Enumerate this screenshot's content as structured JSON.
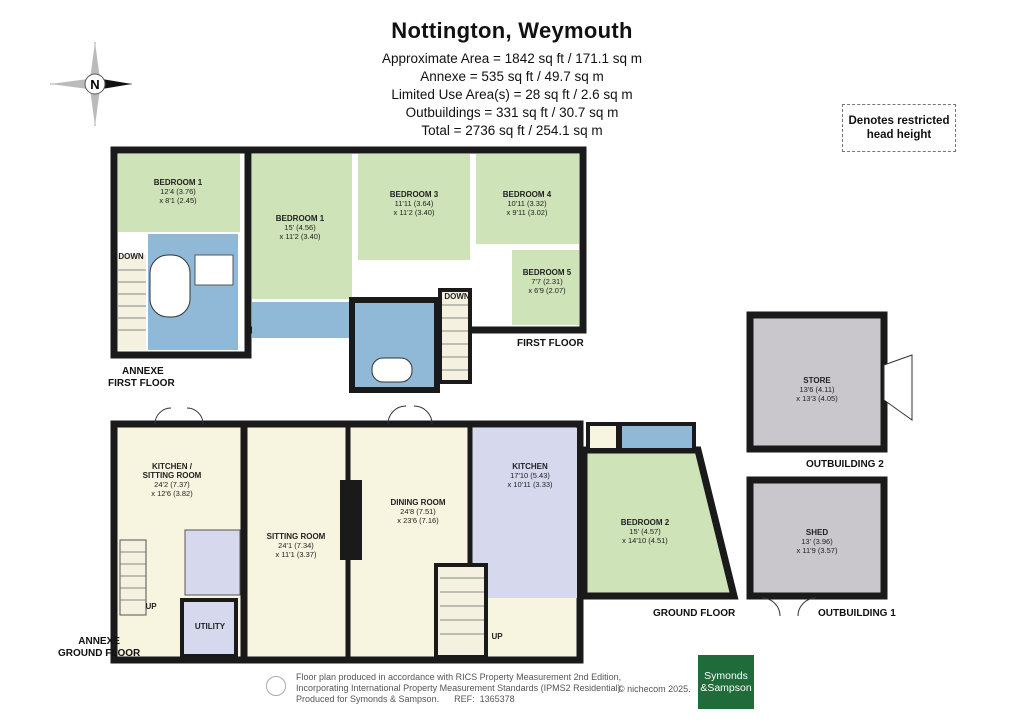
{
  "header": {
    "title": "Nottington, Weymouth",
    "areas": [
      "Approximate Area = 1842 sq ft / 171.1 sq m",
      "Annexe = 535 sq ft / 49.7 sq m",
      "Limited Use Area(s) = 28 sq ft / 2.6 sq m",
      "Outbuildings = 331 sq ft / 30.7 sq m",
      "Total = 2736 sq ft / 254.1 sq m"
    ]
  },
  "legend": {
    "text_1": "Denotes restricted",
    "text_2": "head height"
  },
  "compass": {
    "letter": "N"
  },
  "rooms": {
    "annexe_bedroom1": {
      "name": "BEDROOM 1",
      "d1": "12'4 (3.76)",
      "d2": "x 8'1 (2.45)"
    },
    "bedroom1": {
      "name": "BEDROOM 1",
      "d1": "15' (4.56)",
      "d2": "x 11'2 (3.40)"
    },
    "bedroom3": {
      "name": "BEDROOM 3",
      "d1": "11'11 (3.64)",
      "d2": "x 11'2 (3.40)"
    },
    "bedroom4": {
      "name": "BEDROOM 4",
      "d1": "10'11 (3.32)",
      "d2": "x 9'11 (3.02)"
    },
    "bedroom5": {
      "name": "BEDROOM 5",
      "d1": "7'7 (2.31)",
      "d2": "x 6'9 (2.07)"
    },
    "store": {
      "name": "STORE",
      "d1": "13'6 (4.11)",
      "d2": "x 13'3 (4.05)"
    },
    "shed": {
      "name": "SHED",
      "d1": "13' (3.96)",
      "d2": "x 11'9 (3.57)"
    },
    "kitchen_sitting": {
      "name1": "KITCHEN /",
      "name2": "SITTING ROOM",
      "d1": "24'2 (7.37)",
      "d2": "x 12'6 (3.82)"
    },
    "sitting": {
      "name": "SITTING ROOM",
      "d1": "24'1 (7.34)",
      "d2": "x 11'1 (3.37)"
    },
    "dining": {
      "name": "DINING ROOM",
      "d1": "24'8 (7.51)",
      "d2": "x 23'6 (7.16)"
    },
    "kitchen": {
      "name": "KITCHEN",
      "d1": "17'10 (5.43)",
      "d2": "x 10'11 (3.33)"
    },
    "bedroom2": {
      "name": "BEDROOM 2",
      "d1": "15' (4.57)",
      "d2": "x 14'10 (4.51)"
    },
    "utility": {
      "name": "UTILITY"
    }
  },
  "floor_labels": {
    "annexe_first_1": "ANNEXE",
    "annexe_first_2": "FIRST FLOOR",
    "first_floor": "FIRST FLOOR",
    "outbuilding2": "OUTBUILDING 2",
    "outbuilding1": "OUTBUILDING 1",
    "ground_floor": "GROUND FLOOR",
    "annexe_ground_1": "ANNEXE",
    "annexe_ground_2": "GROUND FLOOR"
  },
  "stair_labels": {
    "down": "DOWN",
    "up": "UP"
  },
  "footer": {
    "line1": "Floor plan produced in accordance with RICS Property Measurement 2nd Edition,",
    "line2": "Incorporating International Property Measurement Standards (IPMS2 Residential).",
    "line3": "Produced for Symonds & Sampson.      REF:  1365378",
    "credit": "© nichecom 2025.",
    "brand1": "Symonds",
    "brand2": "&Sampson"
  },
  "colors": {
    "wall": "#1a1a1a",
    "bedroom_green": "#cfe3b8",
    "bathroom_blue": "#8fb9d6",
    "living_cream": "#f7f4df",
    "kitchen_lilac": "#d6d8ee",
    "outbuilding_grey": "#c9c7cc",
    "brand_green": "#1f6b3a"
  }
}
